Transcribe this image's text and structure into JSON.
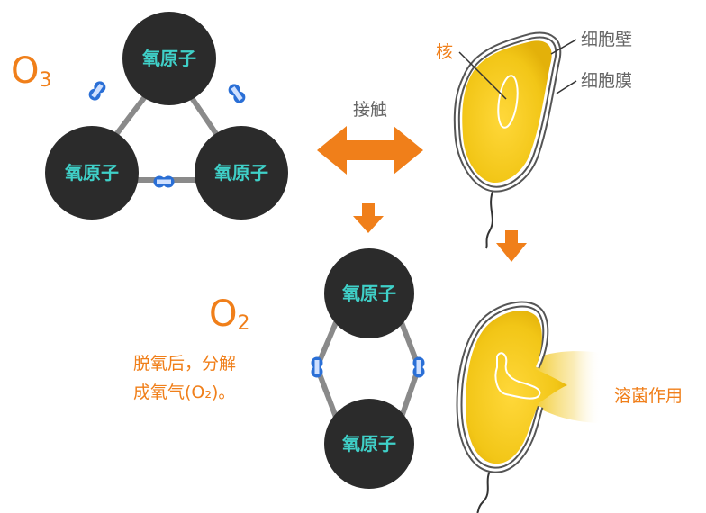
{
  "ozone": {
    "formula_main": "O",
    "formula_sub": "3",
    "atoms": [
      "氧原子",
      "氧原子",
      "氧原子"
    ]
  },
  "contact_label": "接触",
  "oxygen": {
    "formula_main": "O",
    "formula_sub": "2",
    "atoms": [
      "氧原子",
      "氧原子"
    ],
    "note_line1": "脱氧后，分解",
    "note_line2": "成氧气(O₂)。"
  },
  "bacterium": {
    "nucleus_label": "核",
    "wall_label": "细胞壁",
    "membrane_label": "细胞膜"
  },
  "sterilization_label": "溶菌作用",
  "colors": {
    "accent": "#f07f1a",
    "atom_fill": "#2b2b2b",
    "atom_text": "#3fd0c8",
    "bond_blue": "#2a6fd6",
    "cell_yellow": "#f2c617"
  }
}
